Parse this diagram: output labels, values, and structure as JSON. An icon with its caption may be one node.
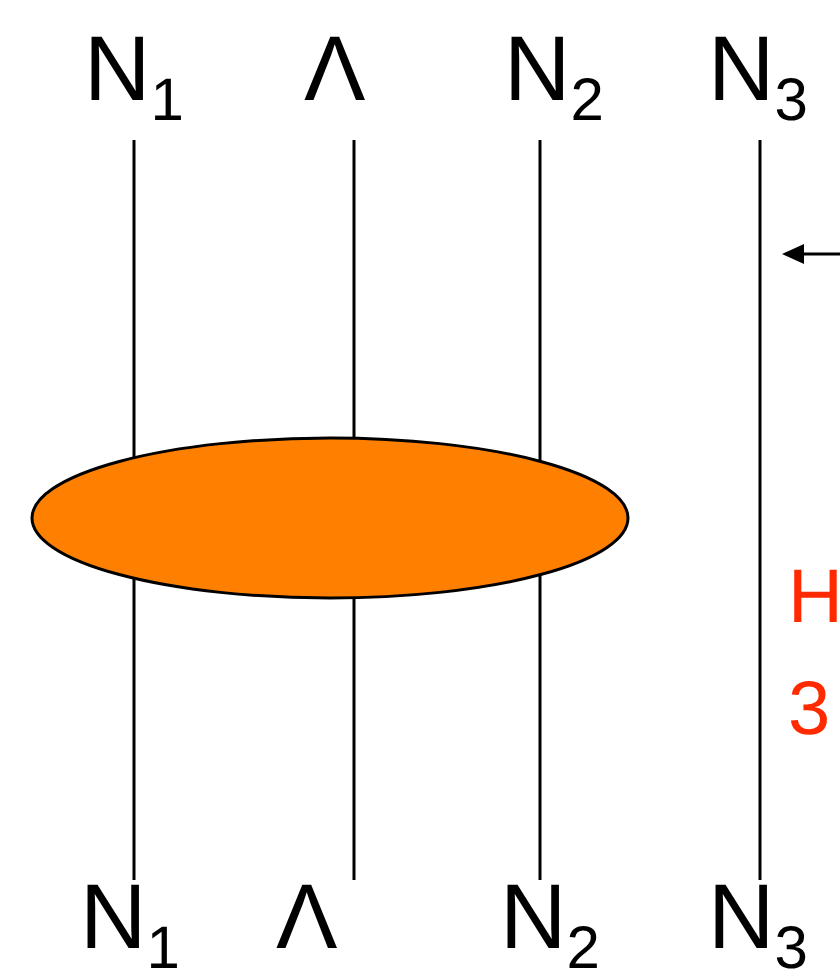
{
  "diagram": {
    "nodes": [
      {
        "text": [
          "N$_{1}$"
        ]
      },
      {
        "text": [
          "Λ"
        ]
      },
      {
        "text": [
          "N$_{2}$"
        ]
      },
      {
        "text": [
          "N$_{3}$"
        ]
      },
      {
        "text": [],
        "shape": "ellipse"
      },
      {
        "text": [
          "N$_{1}$"
        ]
      },
      {
        "text": [
          "Λ"
        ]
      },
      {
        "text": [
          "N$_{2}$"
        ]
      },
      {
        "text": [
          "N$_{3}$"
        ]
      }
    ],
    "edges": [
      {
        "from": 0,
        "to": 4,
        "arrow": "none"
      },
      {
        "from": 4,
        "to": 5,
        "arrow": "none"
      },
      {
        "from": 1,
        "to": 4,
        "arrow": "none"
      },
      {
        "from": 4,
        "to": 6,
        "arrow": "none"
      },
      {
        "from": 2,
        "to": 4,
        "arrow": "none"
      },
      {
        "from": 4,
        "to": 7,
        "arrow": "none"
      },
      {
        "from": 3,
        "to": 8,
        "arrow": "none"
      }
    ],
    "labels": [
      "H",
      "3"
    ]
  }
}
